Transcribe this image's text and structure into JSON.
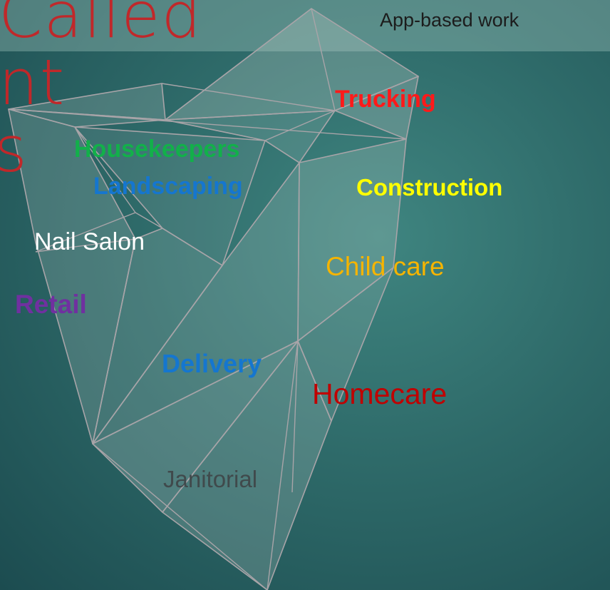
{
  "header": {
    "caption": "App-based work"
  },
  "title_fragments": [
    "Called",
    "nt",
    "s"
  ],
  "labels": {
    "trucking": "Trucking",
    "housekeepers": "Housekeepers",
    "landscaping": "Landscaping",
    "construction": "Construction",
    "nail_salon": "Nail Salon",
    "child_care": "Child care",
    "retail": "Retail",
    "delivery": "Delivery",
    "homecare": "Homecare",
    "janitorial": "Janitorial"
  },
  "colors": {
    "background": "#2e6a69",
    "title": "#c0282a",
    "trucking": "#ff1a1a",
    "housekeepers": "#12b04a",
    "landscaping": "#1576cf",
    "construction": "#ffff00",
    "nail_salon": "#ffffff",
    "child_care": "#f5b400",
    "retail": "#7030a0",
    "delivery": "#1576cf",
    "homecare": "#c00000",
    "janitorial": "#404a4c",
    "edges": "#a8a4a8"
  }
}
